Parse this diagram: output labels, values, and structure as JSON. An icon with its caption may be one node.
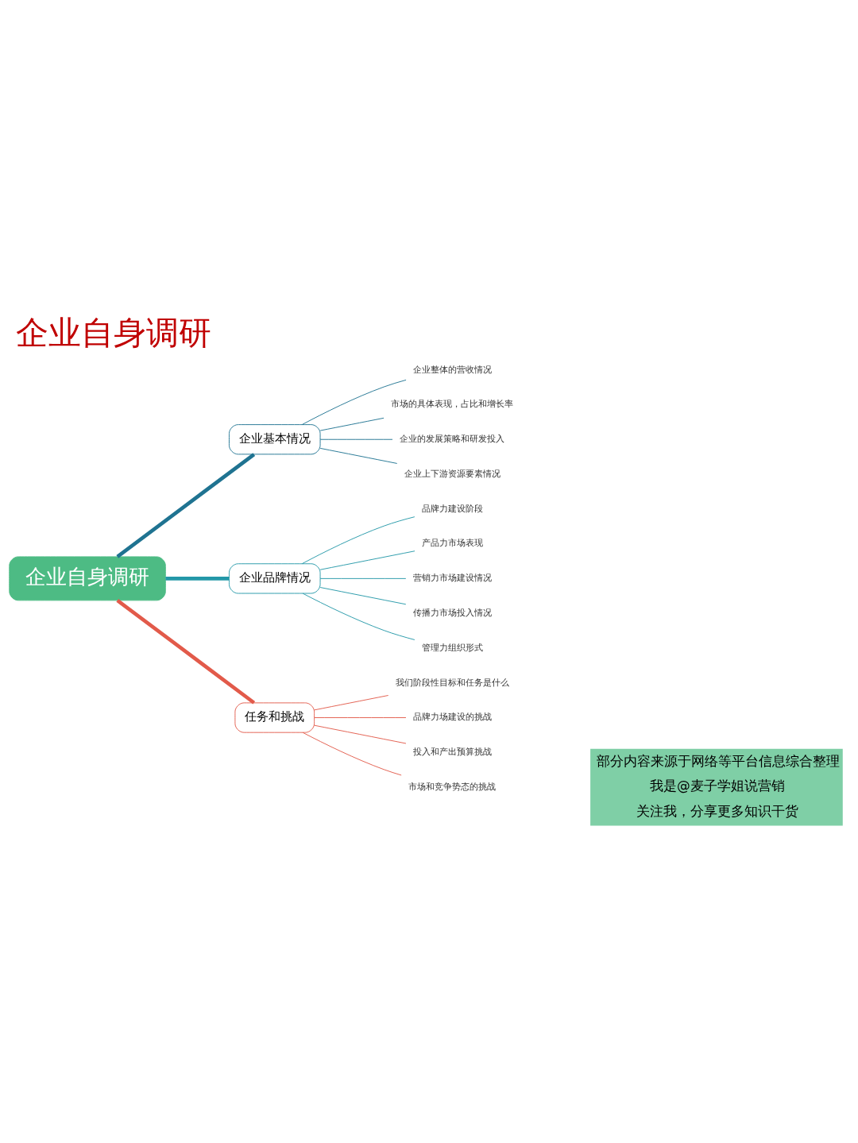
{
  "diagram": {
    "title": "企业自身调研",
    "nodes": [
      {
        "text": [
          "企业自身调研"
        ]
      },
      {
        "text": [
          "企业基本情况"
        ]
      },
      {
        "text": [
          "企业整体的营收情况"
        ]
      },
      {
        "text": [
          "市场的具体表现，占比和增长率"
        ]
      },
      {
        "text": [
          "企业的发展策略和研发投入"
        ]
      },
      {
        "text": [
          "企业上下游资源要素情况"
        ]
      },
      {
        "text": [
          "企业品牌情况"
        ]
      },
      {
        "text": [
          "品牌力建设阶段"
        ]
      },
      {
        "text": [
          "产品力市场表现"
        ]
      },
      {
        "text": [
          "营销力市场建设情况"
        ]
      },
      {
        "text": [
          "传播力市场投入情况"
        ]
      },
      {
        "text": [
          "管理力组织形式"
        ]
      },
      {
        "text": [
          "任务和挑战"
        ]
      },
      {
        "text": [
          "我们阶段性目标和任务是什么"
        ]
      },
      {
        "text": [
          "品牌力场建设的挑战"
        ]
      },
      {
        "text": [
          "投入和产出预算挑战"
        ]
      },
      {
        "text": [
          "市场和竞争势态的挑战"
        ]
      }
    ],
    "edges": [
      {
        "from": 0,
        "to": 1,
        "arrow": "none",
        "style": "thick",
        "color": "#1f7391"
      },
      {
        "from": 1,
        "to": 2,
        "arrow": "none",
        "color": "#1f7391"
      },
      {
        "from": 1,
        "to": 3,
        "arrow": "none",
        "color": "#1f7391"
      },
      {
        "from": 1,
        "to": 4,
        "arrow": "none",
        "color": "#1f7391"
      },
      {
        "from": 1,
        "to": 5,
        "arrow": "none",
        "color": "#1f7391"
      },
      {
        "from": 0,
        "to": 6,
        "arrow": "none",
        "style": "thick",
        "color": "#2398a8"
      },
      {
        "from": 6,
        "to": 7,
        "arrow": "none",
        "color": "#2398a8"
      },
      {
        "from": 6,
        "to": 8,
        "arrow": "none",
        "color": "#2398a8"
      },
      {
        "from": 6,
        "to": 9,
        "arrow": "none",
        "color": "#2398a8"
      },
      {
        "from": 6,
        "to": 10,
        "arrow": "none",
        "color": "#2398a8"
      },
      {
        "from": 6,
        "to": 11,
        "arrow": "none",
        "color": "#2398a8"
      },
      {
        "from": 0,
        "to": 12,
        "arrow": "none",
        "style": "thick",
        "color": "#e25a4a"
      },
      {
        "from": 12,
        "to": 13,
        "arrow": "none",
        "color": "#e25a4a"
      },
      {
        "from": 12,
        "to": 14,
        "arrow": "none",
        "color": "#e25a4a"
      },
      {
        "from": 12,
        "to": 15,
        "arrow": "none",
        "color": "#e25a4a"
      },
      {
        "from": 12,
        "to": 16,
        "arrow": "none",
        "color": "#e25a4a"
      }
    ],
    "labels": [
      "部分内容来源于网络等平台信息综合整理",
      "我是@麦子学姐说营销",
      "关注我，分享更多知识干货"
    ]
  }
}
